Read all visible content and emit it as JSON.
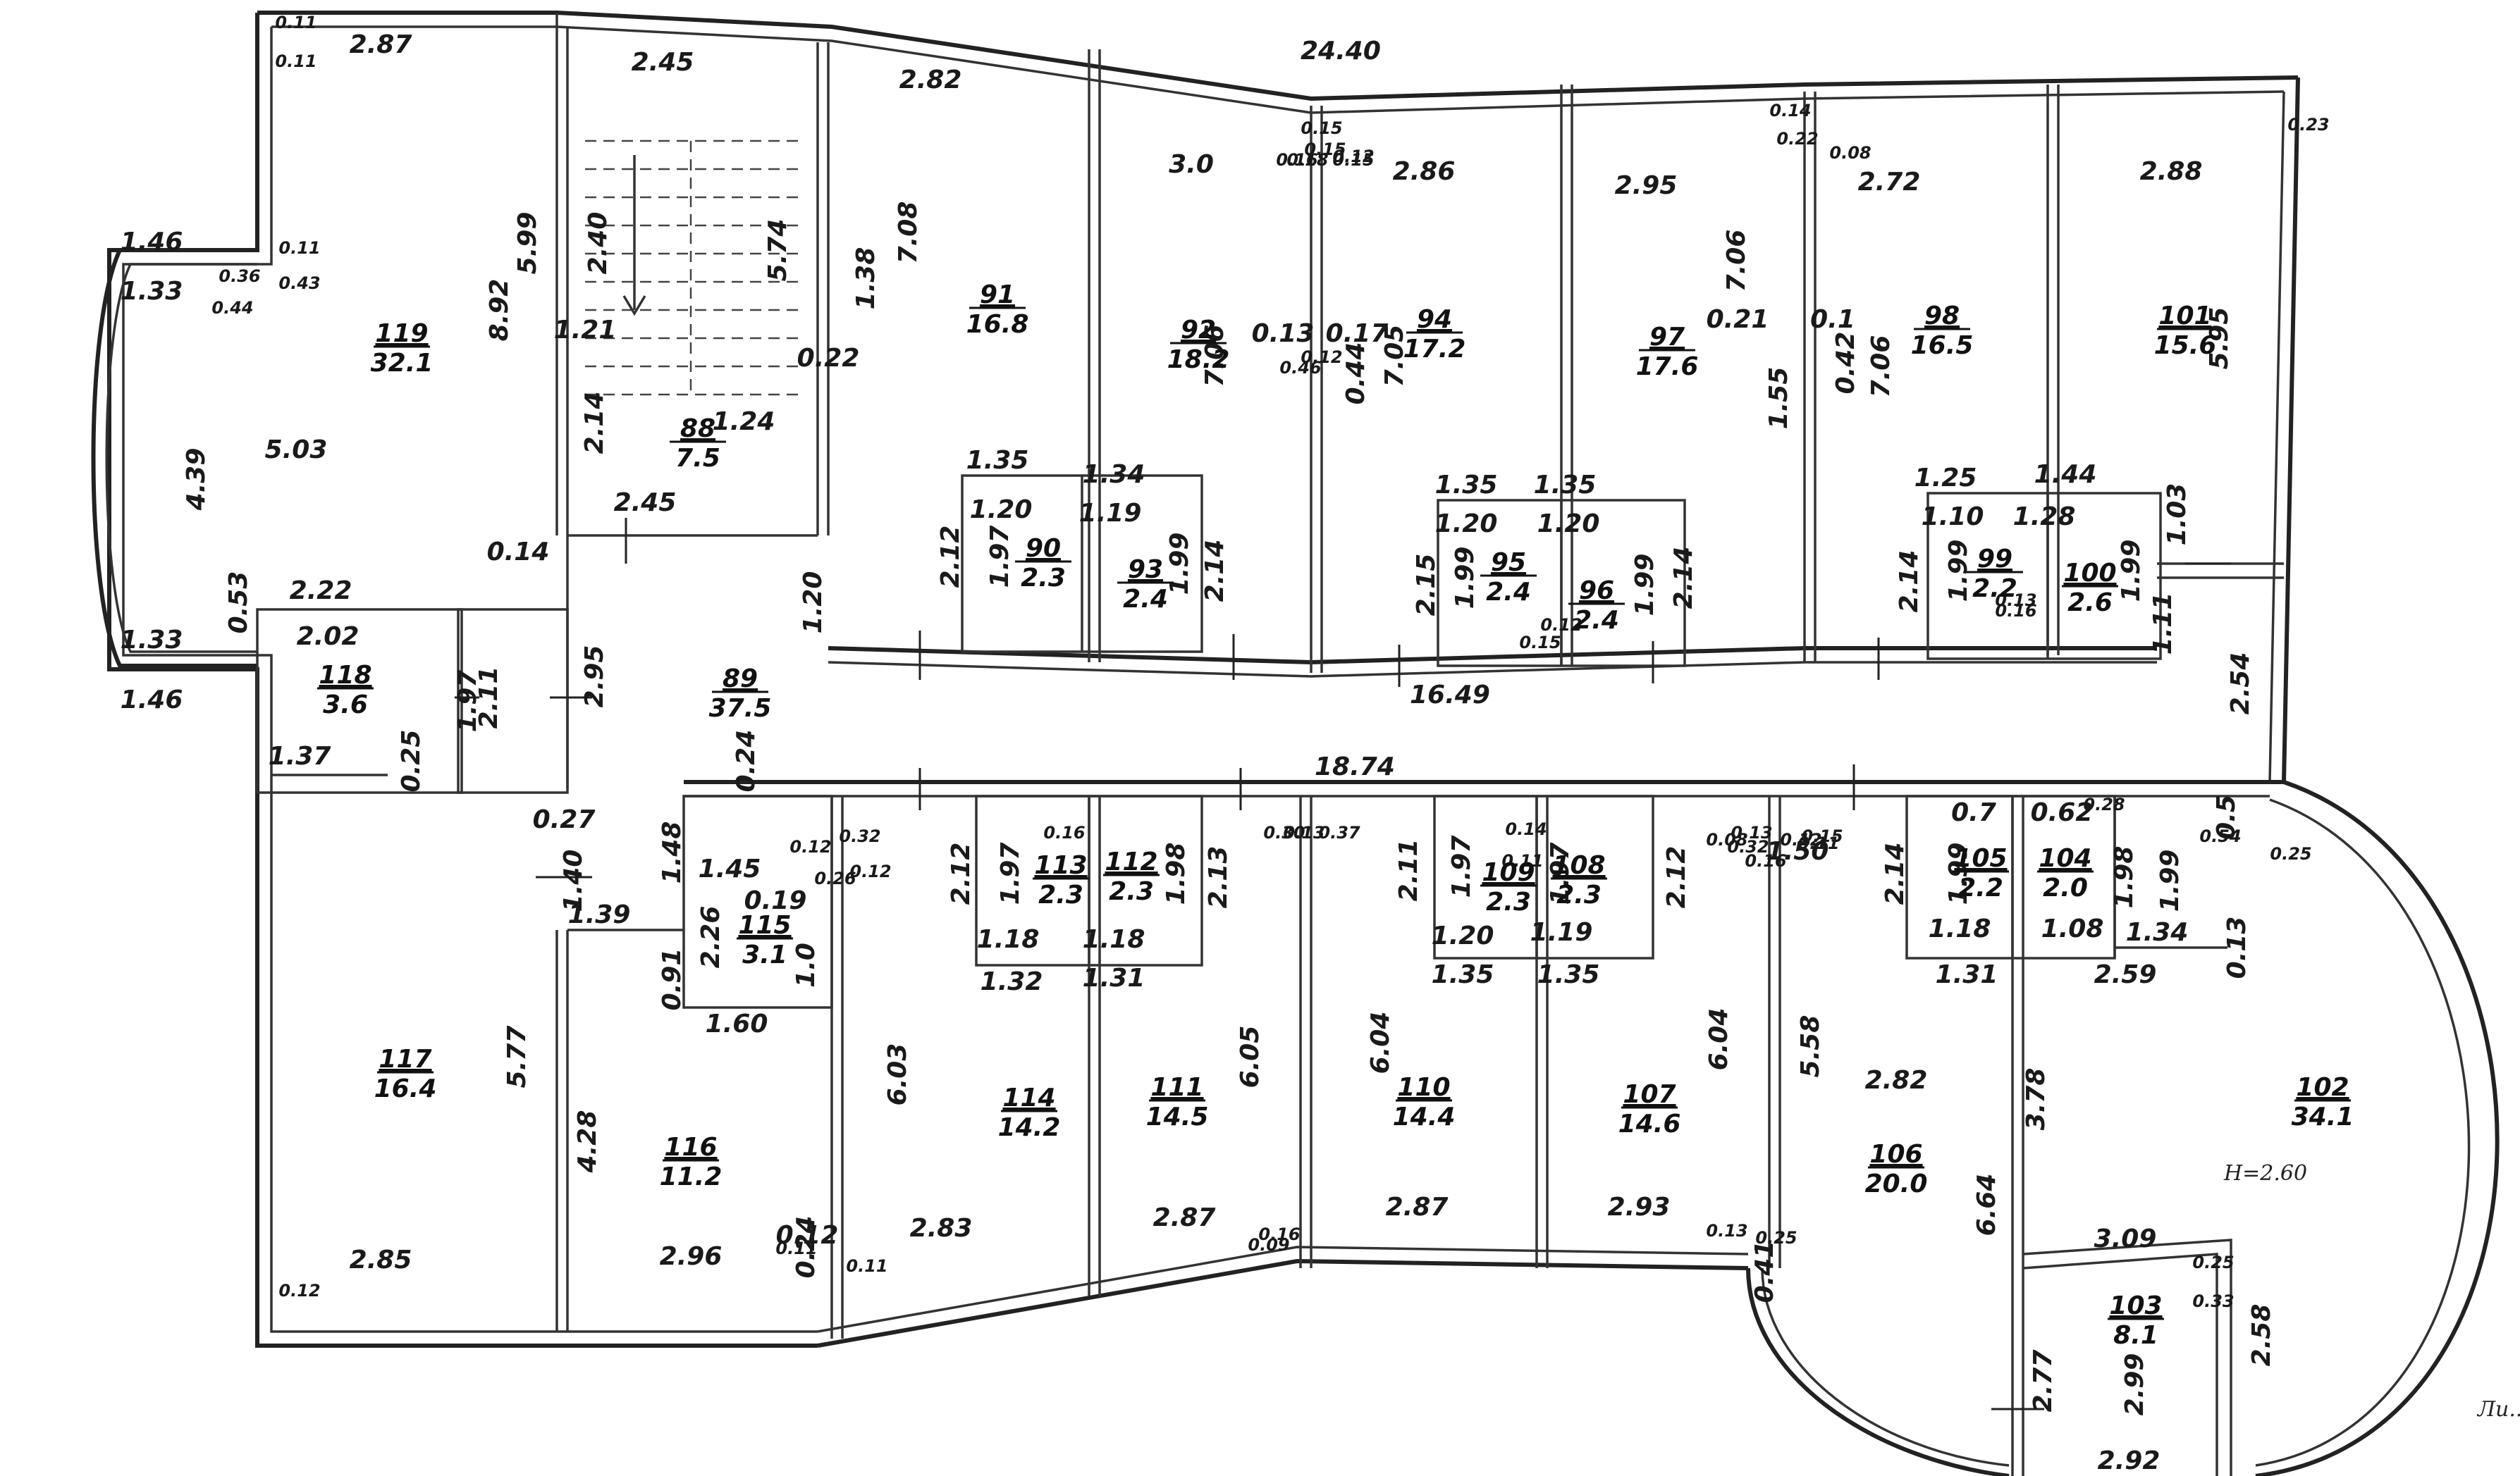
{
  "plan": {
    "overall_width": "24.40",
    "corridor_top": "16.49",
    "corridor_bottom": "18.74",
    "height_note": "H=2.60",
    "corner_note": "Ли...\nН=..."
  },
  "rooms": [
    {
      "no": "119",
      "area": "32.1"
    },
    {
      "no": "88",
      "area": "7.5"
    },
    {
      "no": "91",
      "area": "16.8"
    },
    {
      "no": "92",
      "area": "18.2"
    },
    {
      "no": "94",
      "area": "17.2"
    },
    {
      "no": "97",
      "area": "17.6"
    },
    {
      "no": "98",
      "area": "16.5"
    },
    {
      "no": "101",
      "area": "15.6"
    },
    {
      "no": "90",
      "area": "2.3"
    },
    {
      "no": "93",
      "area": "2.4"
    },
    {
      "no": "95",
      "area": "2.4"
    },
    {
      "no": "96",
      "area": "2.4"
    },
    {
      "no": "99",
      "area": "2.2"
    },
    {
      "no": "100",
      "area": "2.6"
    },
    {
      "no": "118",
      "area": "3.6"
    },
    {
      "no": "89",
      "area": "37.5"
    },
    {
      "no": "117",
      "area": "16.4"
    },
    {
      "no": "116",
      "area": "11.2"
    },
    {
      "no": "115",
      "area": "3.1"
    },
    {
      "no": "114",
      "area": "14.2"
    },
    {
      "no": "113",
      "area": "2.3"
    },
    {
      "no": "112",
      "area": "2.3"
    },
    {
      "no": "111",
      "area": "14.5"
    },
    {
      "no": "110",
      "area": "14.4"
    },
    {
      "no": "109",
      "area": "2.3"
    },
    {
      "no": "108",
      "area": "2.3"
    },
    {
      "no": "107",
      "area": "14.6"
    },
    {
      "no": "106",
      "area": "20.0"
    },
    {
      "no": "105",
      "area": "2.2"
    },
    {
      "no": "104",
      "area": "2.0"
    },
    {
      "no": "102",
      "area": "34.1"
    },
    {
      "no": "103",
      "area": "8.1"
    }
  ],
  "dims": [
    "2.87",
    "2.45",
    "2.82",
    "3.0",
    "2.86",
    "2.95",
    "2.72",
    "2.88",
    "1.46",
    "1.33",
    "1.33",
    "1.46",
    "4.39",
    "5.03",
    "8.92",
    "5.99",
    "2.40",
    "5.74",
    "1.21",
    "1.24",
    "2.14",
    "2.45",
    "1.38",
    "0.22",
    "7.08",
    "7.06",
    "7.05",
    "7.06",
    "1.55",
    "7.06",
    "5.95",
    "0.21",
    "0.1",
    "0.42",
    "0.13",
    "0.17",
    "0.44",
    "1.35",
    "1.34",
    "1.20",
    "1.19",
    "2.12",
    "1.97",
    "1.99",
    "2.14",
    "1.35",
    "1.35",
    "1.20",
    "1.20",
    "2.15",
    "1.99",
    "1.99",
    "2.14",
    "1.25",
    "1.44",
    "1.10",
    "1.28",
    "1.03",
    "2.14",
    "1.99",
    "1.99",
    "1.11",
    "2.22",
    "2.02",
    "0.53",
    "0.14",
    "1.20",
    "1.97",
    "2.11",
    "2.95",
    "1.37",
    "0.25",
    "0.24",
    "2.54",
    "0.27",
    "1.40",
    "1.48",
    "1.45",
    "0.19",
    "1.39",
    "2.26",
    "0.91",
    "1.0",
    "1.60",
    "2.12",
    "1.97",
    "1.98",
    "2.13",
    "1.18",
    "1.18",
    "1.32",
    "1.31",
    "2.11",
    "1.97",
    "1.97",
    "2.12",
    "1.20",
    "1.19",
    "1.35",
    "1.35",
    "1.50",
    "2.14",
    "1.99",
    "1.98",
    "1.99",
    "1.18",
    "1.08",
    "1.34",
    "1.31",
    "2.59",
    "0.13",
    "5.77",
    "4.28",
    "6.03",
    "6.05",
    "6.04",
    "6.04",
    "5.58",
    "3.78",
    "6.64",
    "2.85",
    "2.96",
    "2.83",
    "2.87",
    "2.87",
    "2.93",
    "2.82",
    "3.09",
    "2.77",
    "2.99",
    "2.58",
    "2.92",
    "0.7",
    "0.62",
    "0.5",
    "0.12",
    "0.24",
    "0.41"
  ],
  "small_dims": [
    "0.11",
    "0.11",
    "0.11",
    "0.36",
    "0.44",
    "0.43",
    "0.15",
    "0.16",
    "0.18",
    "0.12",
    "0.15",
    "0.23",
    "0.08",
    "0.14",
    "0.22",
    "0.12",
    "0.46",
    "0.15",
    "0.12",
    "0.15",
    "0.13",
    "0.13",
    "0.15",
    "0.16",
    "0.13",
    "0.12",
    "0.26",
    "0.32",
    "0.12",
    "0.16",
    "0.30",
    "0.37",
    "0.14",
    "0.11",
    "0.08",
    "0.32",
    "0.16",
    "0.11",
    "0.12",
    "0.28",
    "0.54",
    "0.25",
    "0.12",
    "0.11",
    "0.11",
    "0.09",
    "0.16",
    "0.13",
    "0.25",
    "0.25",
    "0.33"
  ]
}
